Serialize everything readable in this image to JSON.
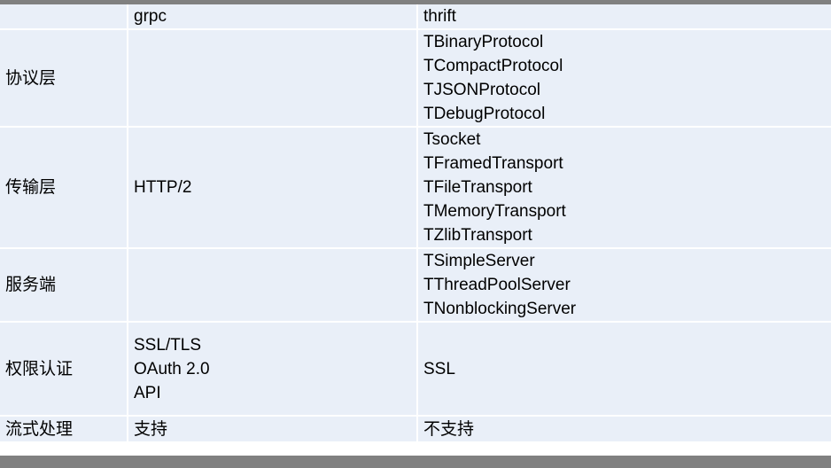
{
  "page": {
    "kind": "comparison-table",
    "chrome_color": "#808080",
    "cell_color": "#e9eff8",
    "gap_color": "#ffffff",
    "text_color": "#000000"
  },
  "table": {
    "columns": [
      {
        "key": "dimension",
        "label": ""
      },
      {
        "key": "grpc",
        "label": "grpc"
      },
      {
        "key": "thrift",
        "label": "thrift"
      }
    ],
    "rows": [
      {
        "label": "协议层",
        "grpc": "",
        "thrift": "TBinaryProtocol\nTCompactProtocol\nTJSONProtocol\nTDebugProtocol"
      },
      {
        "label": "传输层",
        "grpc": "HTTP/2",
        "thrift": "Tsocket\nTFramedTransport\nTFileTransport\nTMemoryTransport\nTZlibTransport"
      },
      {
        "label": "服务端",
        "grpc": "",
        "thrift": "TSimpleServer\nTThreadPoolServer\nTNonblockingServer"
      },
      {
        "label": "权限认证",
        "grpc": "SSL/TLS\nOAuth 2.0\nAPI",
        "thrift": "SSL"
      },
      {
        "label": "流式处理",
        "grpc": "支持",
        "thrift": "不支持"
      }
    ]
  }
}
